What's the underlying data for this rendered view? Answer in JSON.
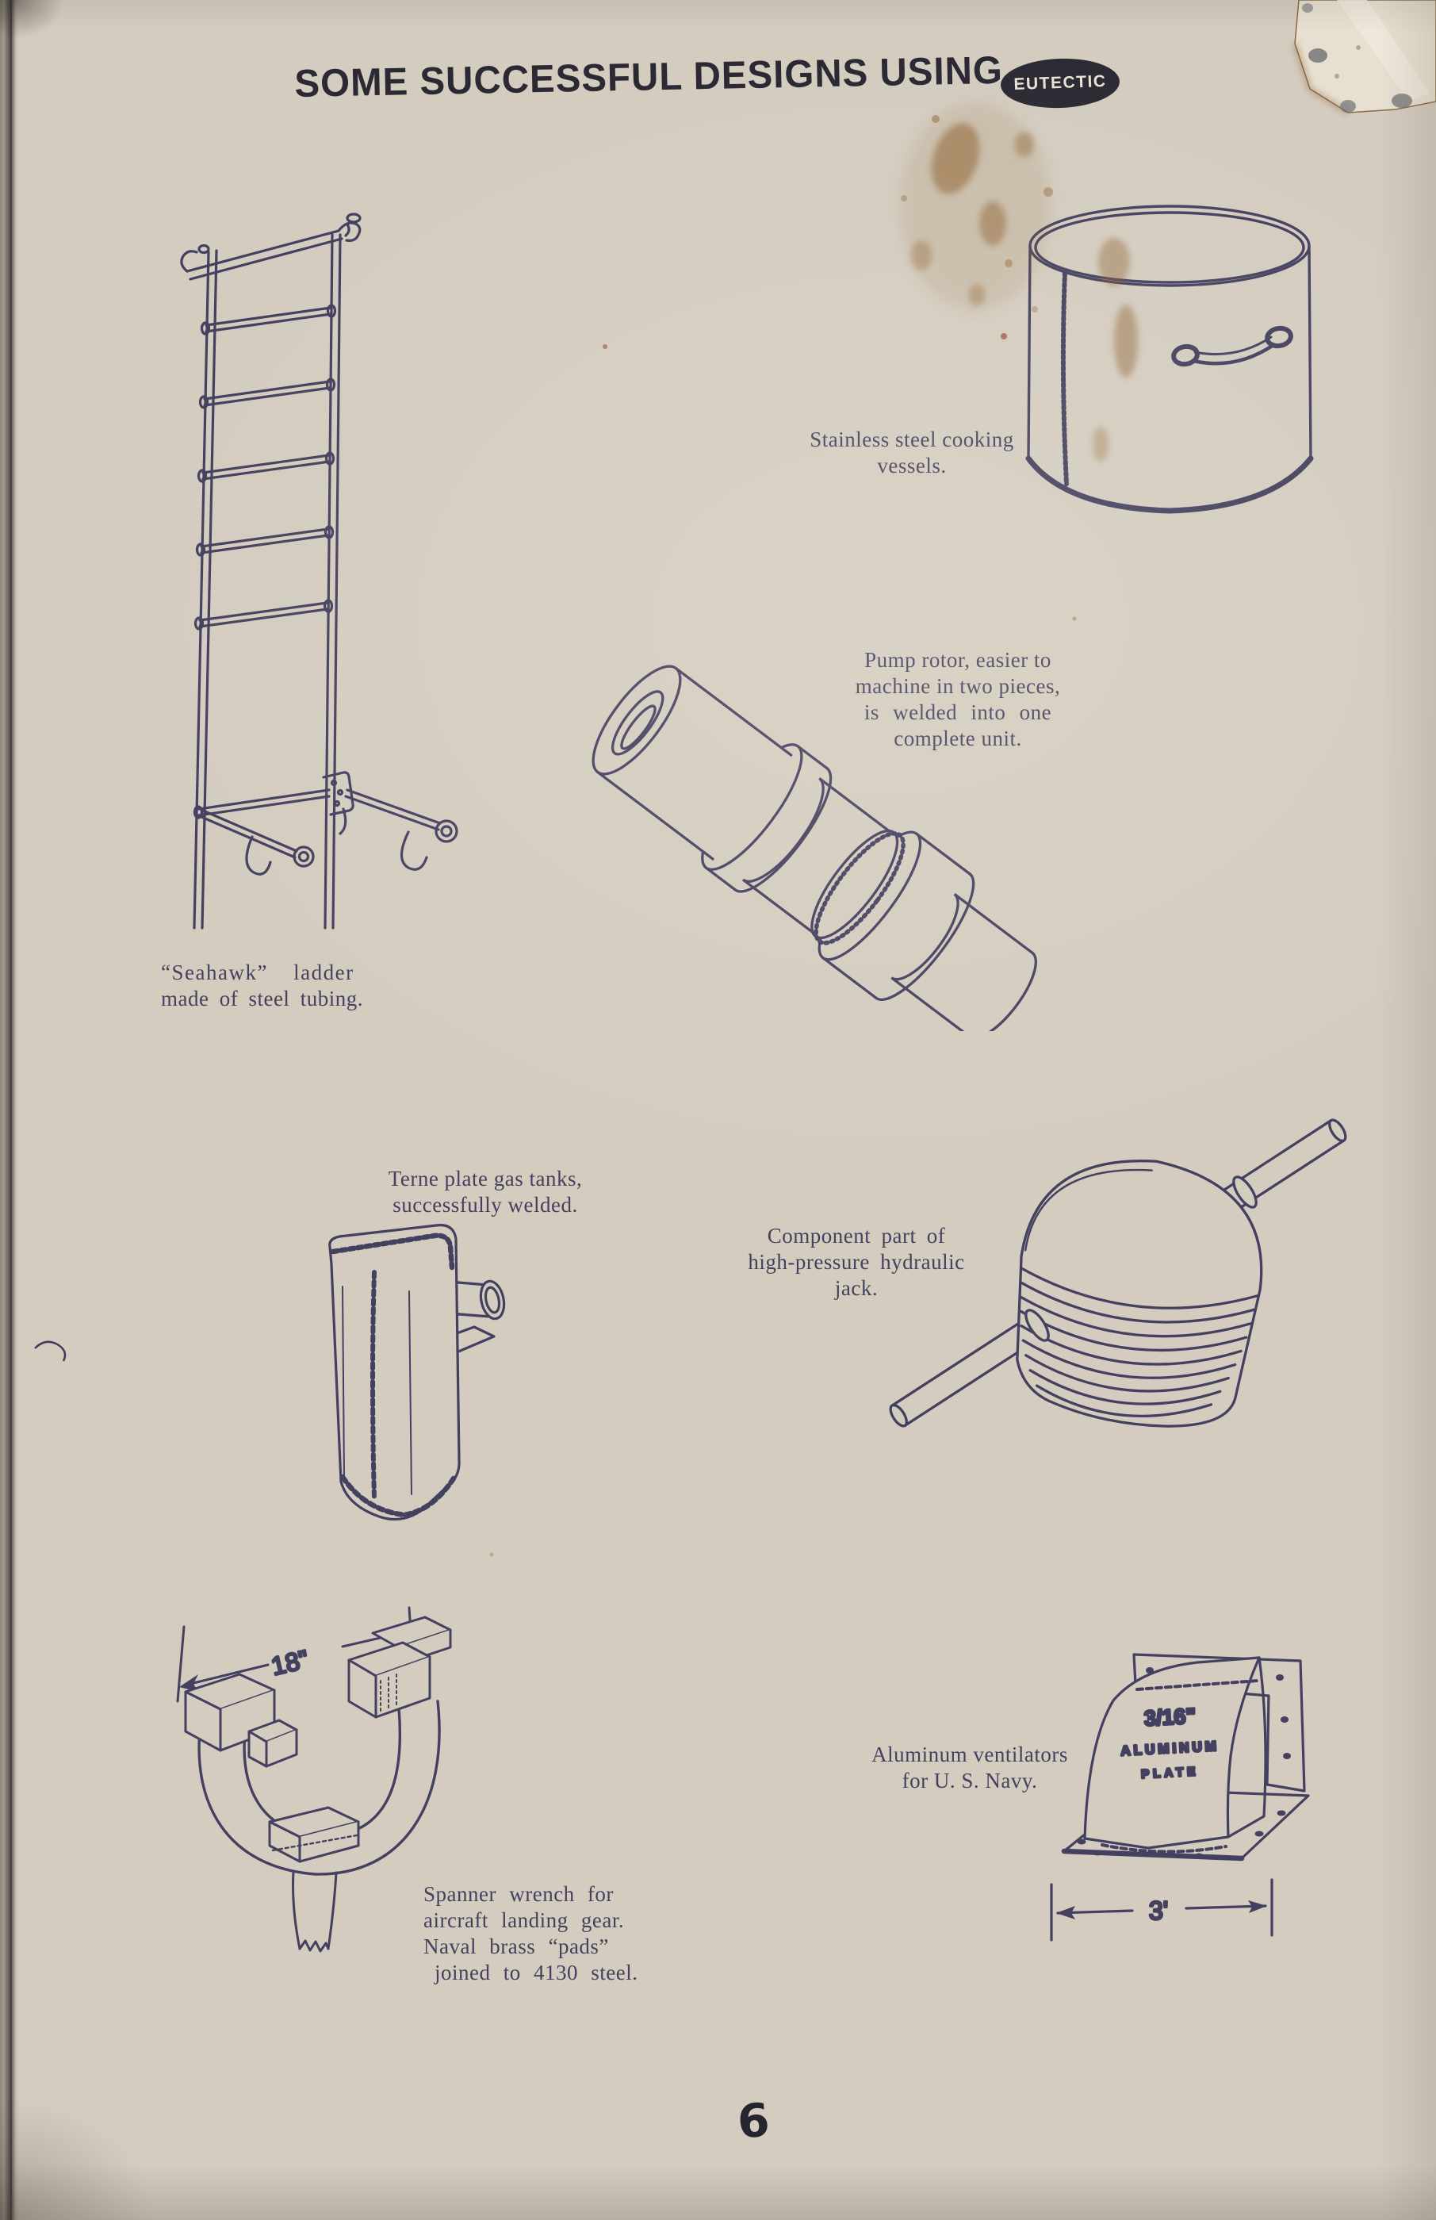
{
  "header": {
    "title": "SOME SUCCESSFUL DESIGNS USING",
    "badge": "EUTECTIC"
  },
  "captions": {
    "vessel": [
      "Stainless steel cooking",
      "vessels."
    ],
    "rotor": [
      "Pump rotor, easier to",
      "machine in two pieces,",
      "is welded into one",
      "complete unit."
    ],
    "ladder": [
      "“Seahawk” ladder",
      "made of steel tubing."
    ],
    "tank": [
      "Terne plate gas tanks,",
      "successfully welded."
    ],
    "jack": [
      "Component part of",
      "high-pressure hydraulic",
      "jack."
    ],
    "wrench": [
      "Spanner wrench for",
      "aircraft landing gear.",
      "Naval brass “pads”",
      "joined to 4130 steel."
    ],
    "ventilator": [
      "Aluminum ventilators",
      "for U. S. Navy."
    ]
  },
  "annotations": {
    "wrench_width": "18\"",
    "vent_width": "3'",
    "vent_plate": [
      "3/16\"",
      "ALUMINUM",
      "PLATE"
    ]
  },
  "footer": {
    "page_number": "6"
  },
  "colors": {
    "paper": "#d3ccbf",
    "ink": "#44405f",
    "title_ink": "#2b2933",
    "stain": "#8a5a28"
  }
}
